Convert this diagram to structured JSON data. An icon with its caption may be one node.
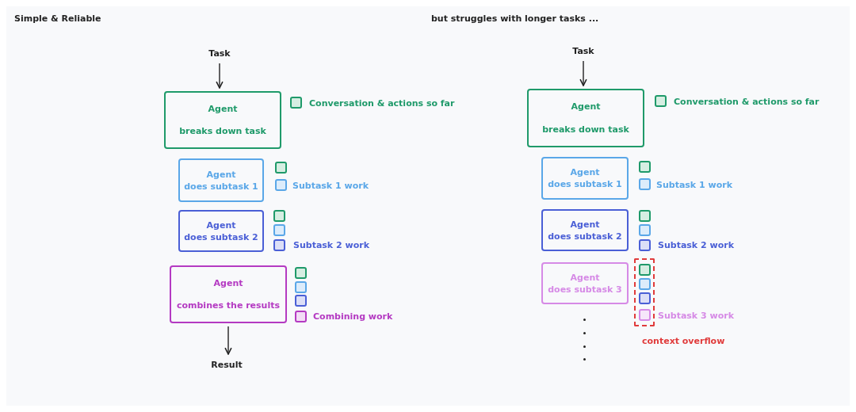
{
  "diagram": {
    "nodes": [
      {
        "text": [
          "Task"
        ]
      },
      {
        "text": [
          "Agent",
          "breaks down task"
        ],
        "beside": [
          "Conversation & actions so far"
        ]
      },
      {
        "text": [
          "Agent",
          "does subtask 1"
        ],
        "beside": [
          "Subtask 1 work"
        ]
      },
      {
        "text": [
          "Agent",
          "does subtask 2"
        ],
        "beside": [
          "Subtask 2 work"
        ]
      },
      {
        "text": [
          "Agent",
          "combines the results"
        ],
        "beside": [
          "Combining work"
        ]
      },
      {
        "text": [
          "Result"
        ]
      },
      {
        "text": [
          "Task"
        ]
      },
      {
        "text": [
          "Agent",
          "breaks down task"
        ],
        "beside": [
          "Conversation & actions so far"
        ]
      },
      {
        "text": [
          "Agent",
          "does subtask 1"
        ],
        "beside": [
          "Subtask 1 work"
        ]
      },
      {
        "text": [
          "Agent",
          "does subtask 2"
        ],
        "beside": [
          "Subtask 2 work"
        ]
      },
      {
        "text": [
          "Agent",
          "does subtask 3"
        ],
        "beside": [
          "Subtask 3 work"
        ]
      }
    ],
    "edges": [
      {
        "from": 0,
        "to": 1,
        "arrow": "to"
      },
      {
        "from": 4,
        "to": 5,
        "arrow": "to"
      },
      {
        "from": 6,
        "to": 7,
        "arrow": "to"
      }
    ],
    "labels": [
      "Simple & Reliable",
      "but struggles with longer tasks ...",
      "context overflow"
    ]
  }
}
